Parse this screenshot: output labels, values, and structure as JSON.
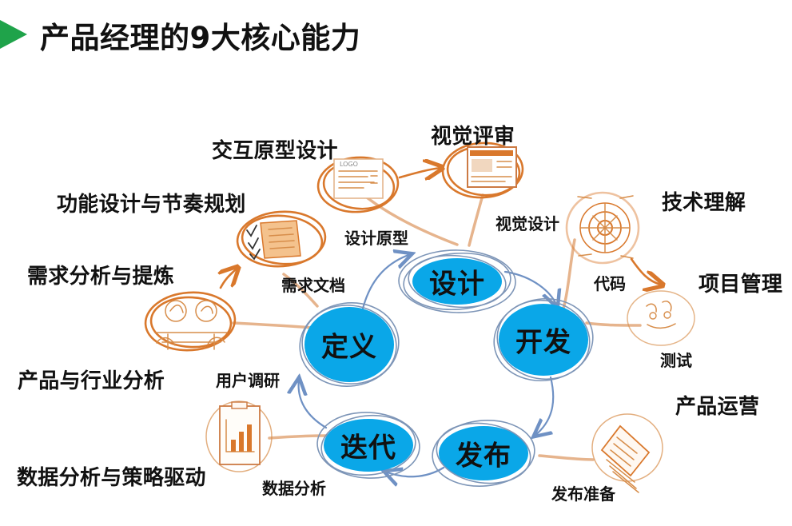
{
  "colors": {
    "accent_green": "#1fa34a",
    "stage_blue": "#0aa7e8",
    "sketch_orange": "#d9782c",
    "connector_tan": "#e6b48d",
    "sketch_blue": "#7d95b7"
  },
  "header": {
    "title": "产品经理的9大核心能力"
  },
  "stages": {
    "define": "定义",
    "design": "设计",
    "develop": "开发",
    "release": "发布",
    "iterate": "迭代"
  },
  "capabilities": {
    "industry_analysis": "产品与行业分析",
    "requirement_refining": "需求分析与提炼",
    "feature_design": "功能设计与节奏规划",
    "interaction_prototype": "交互原型设计",
    "visual_review": "视觉评审",
    "technical_understanding": "技术理解",
    "project_management": "项目管理",
    "product_operation": "产品运营",
    "data_strategy": "数据分析与策略驱动"
  },
  "steps": {
    "user_research": "用户调研",
    "requirement_doc": "需求文档",
    "design_prototype": "设计原型",
    "visual_design": "视觉设计",
    "code": "代码",
    "test": "测试",
    "release_prep": "发布准备",
    "data_analysis": "数据分析"
  },
  "icons": {
    "title_marker": "green-triangle-icon",
    "research": "people-meeting-icon",
    "document": "checklist-document-icon",
    "prototype": "wireframe-icon",
    "visual": "visual-mockup-icon",
    "technology": "target-diagram-icon",
    "testing": "test-sketch-icon",
    "release": "stacked-papers-icon",
    "data": "bar-chart-clipboard-icon"
  },
  "mockup_text": {
    "logo": "LOGO"
  }
}
